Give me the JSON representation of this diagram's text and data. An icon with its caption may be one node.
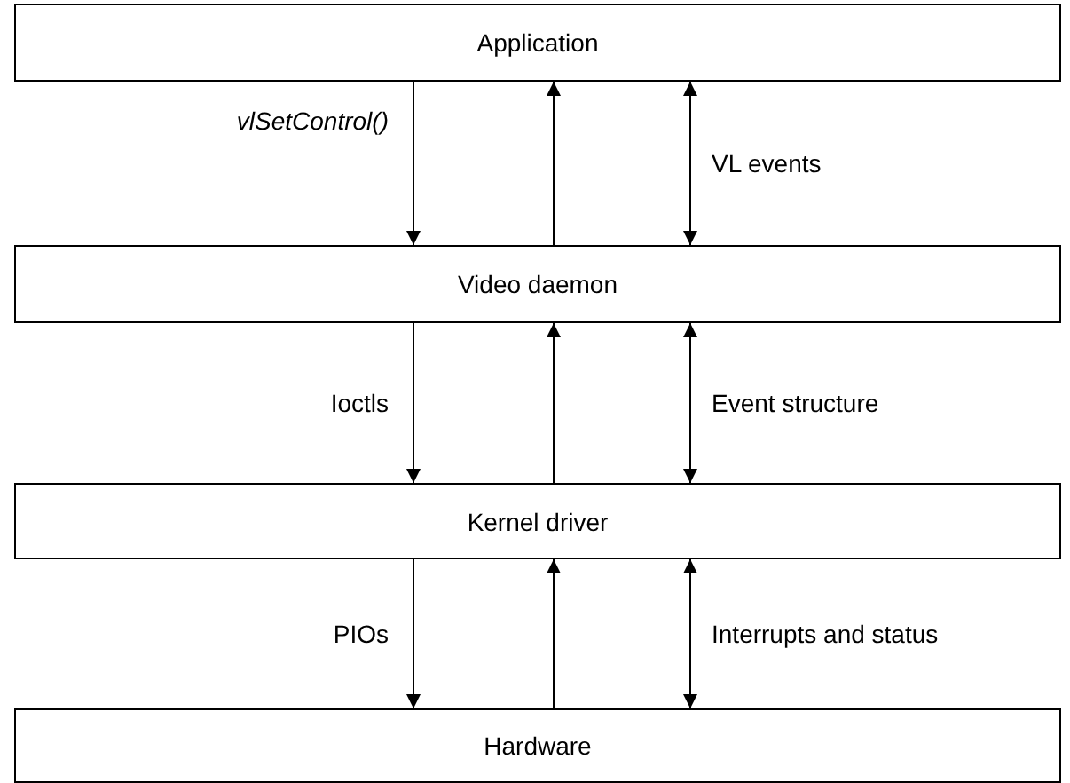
{
  "diagram": {
    "nodes": [
      {
        "text": [
          "Application"
        ]
      },
      {
        "text": [
          "Video daemon"
        ]
      },
      {
        "text": [
          "Kernel driver"
        ]
      },
      {
        "text": [
          "Hardware"
        ]
      }
    ],
    "edges": [
      {
        "from": 0,
        "to": 1,
        "arrow": "to",
        "label": "vlSetControl()"
      },
      {
        "from": 1,
        "to": 0,
        "arrow": "to"
      },
      {
        "from": 0,
        "to": 1,
        "arrow": "both",
        "label": "VL events"
      },
      {
        "from": 1,
        "to": 2,
        "arrow": "to",
        "label": "Ioctls"
      },
      {
        "from": 2,
        "to": 1,
        "arrow": "to"
      },
      {
        "from": 1,
        "to": 2,
        "arrow": "both",
        "label": "Event structure"
      },
      {
        "from": 2,
        "to": 3,
        "arrow": "to",
        "label": "PIOs"
      },
      {
        "from": 3,
        "to": 2,
        "arrow": "to"
      },
      {
        "from": 2,
        "to": 3,
        "arrow": "both",
        "label": "Interrupts and status"
      }
    ]
  }
}
